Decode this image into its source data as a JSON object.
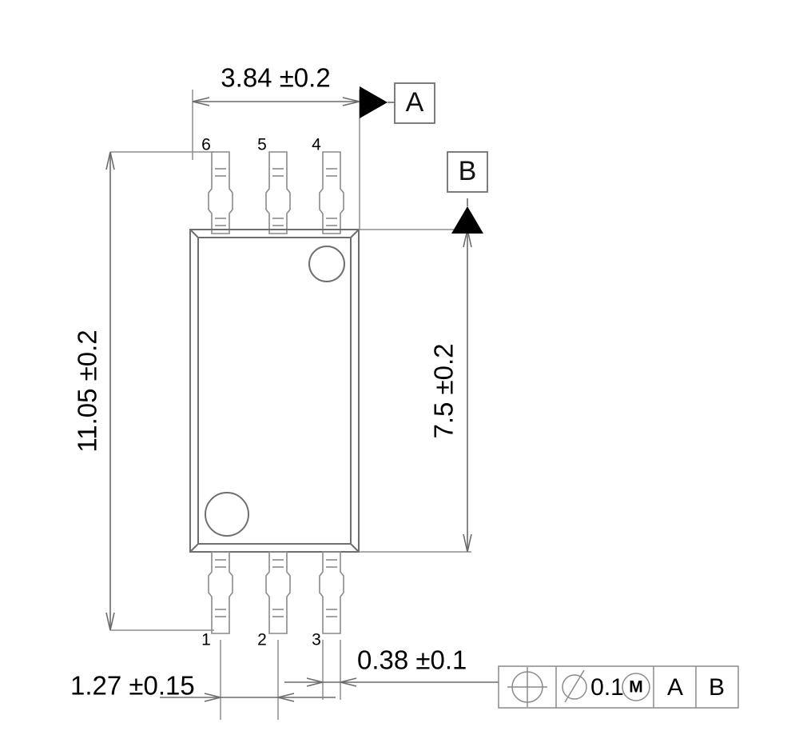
{
  "drawing": {
    "type": "package-outline-dimensional-drawing",
    "view": "top-view",
    "units": "mm"
  },
  "dimensions": {
    "width_top": "3.84 ±0.2",
    "height_overall": "11.05 ±0.2",
    "body_height": "7.5 ±0.2",
    "lead_pitch": "1.27 ±0.15",
    "lead_width": "0.38 ±0.1"
  },
  "datums": {
    "a_label": "A",
    "b_label": "B"
  },
  "pins": {
    "top_row": [
      "6",
      "5",
      "4"
    ],
    "bottom_row": [
      "1",
      "2",
      "3"
    ]
  },
  "feature_control_frame": {
    "symbol_name": "position-symbol",
    "diameter_symbol": "⌀",
    "tolerance_value": "0.1",
    "material_modifier": "M",
    "primary_datum": "A",
    "secondary_datum": "B"
  },
  "colors": {
    "line": "#6f6f6f",
    "text": "#000000",
    "background": "#ffffff",
    "datum_fill": "#000000"
  }
}
